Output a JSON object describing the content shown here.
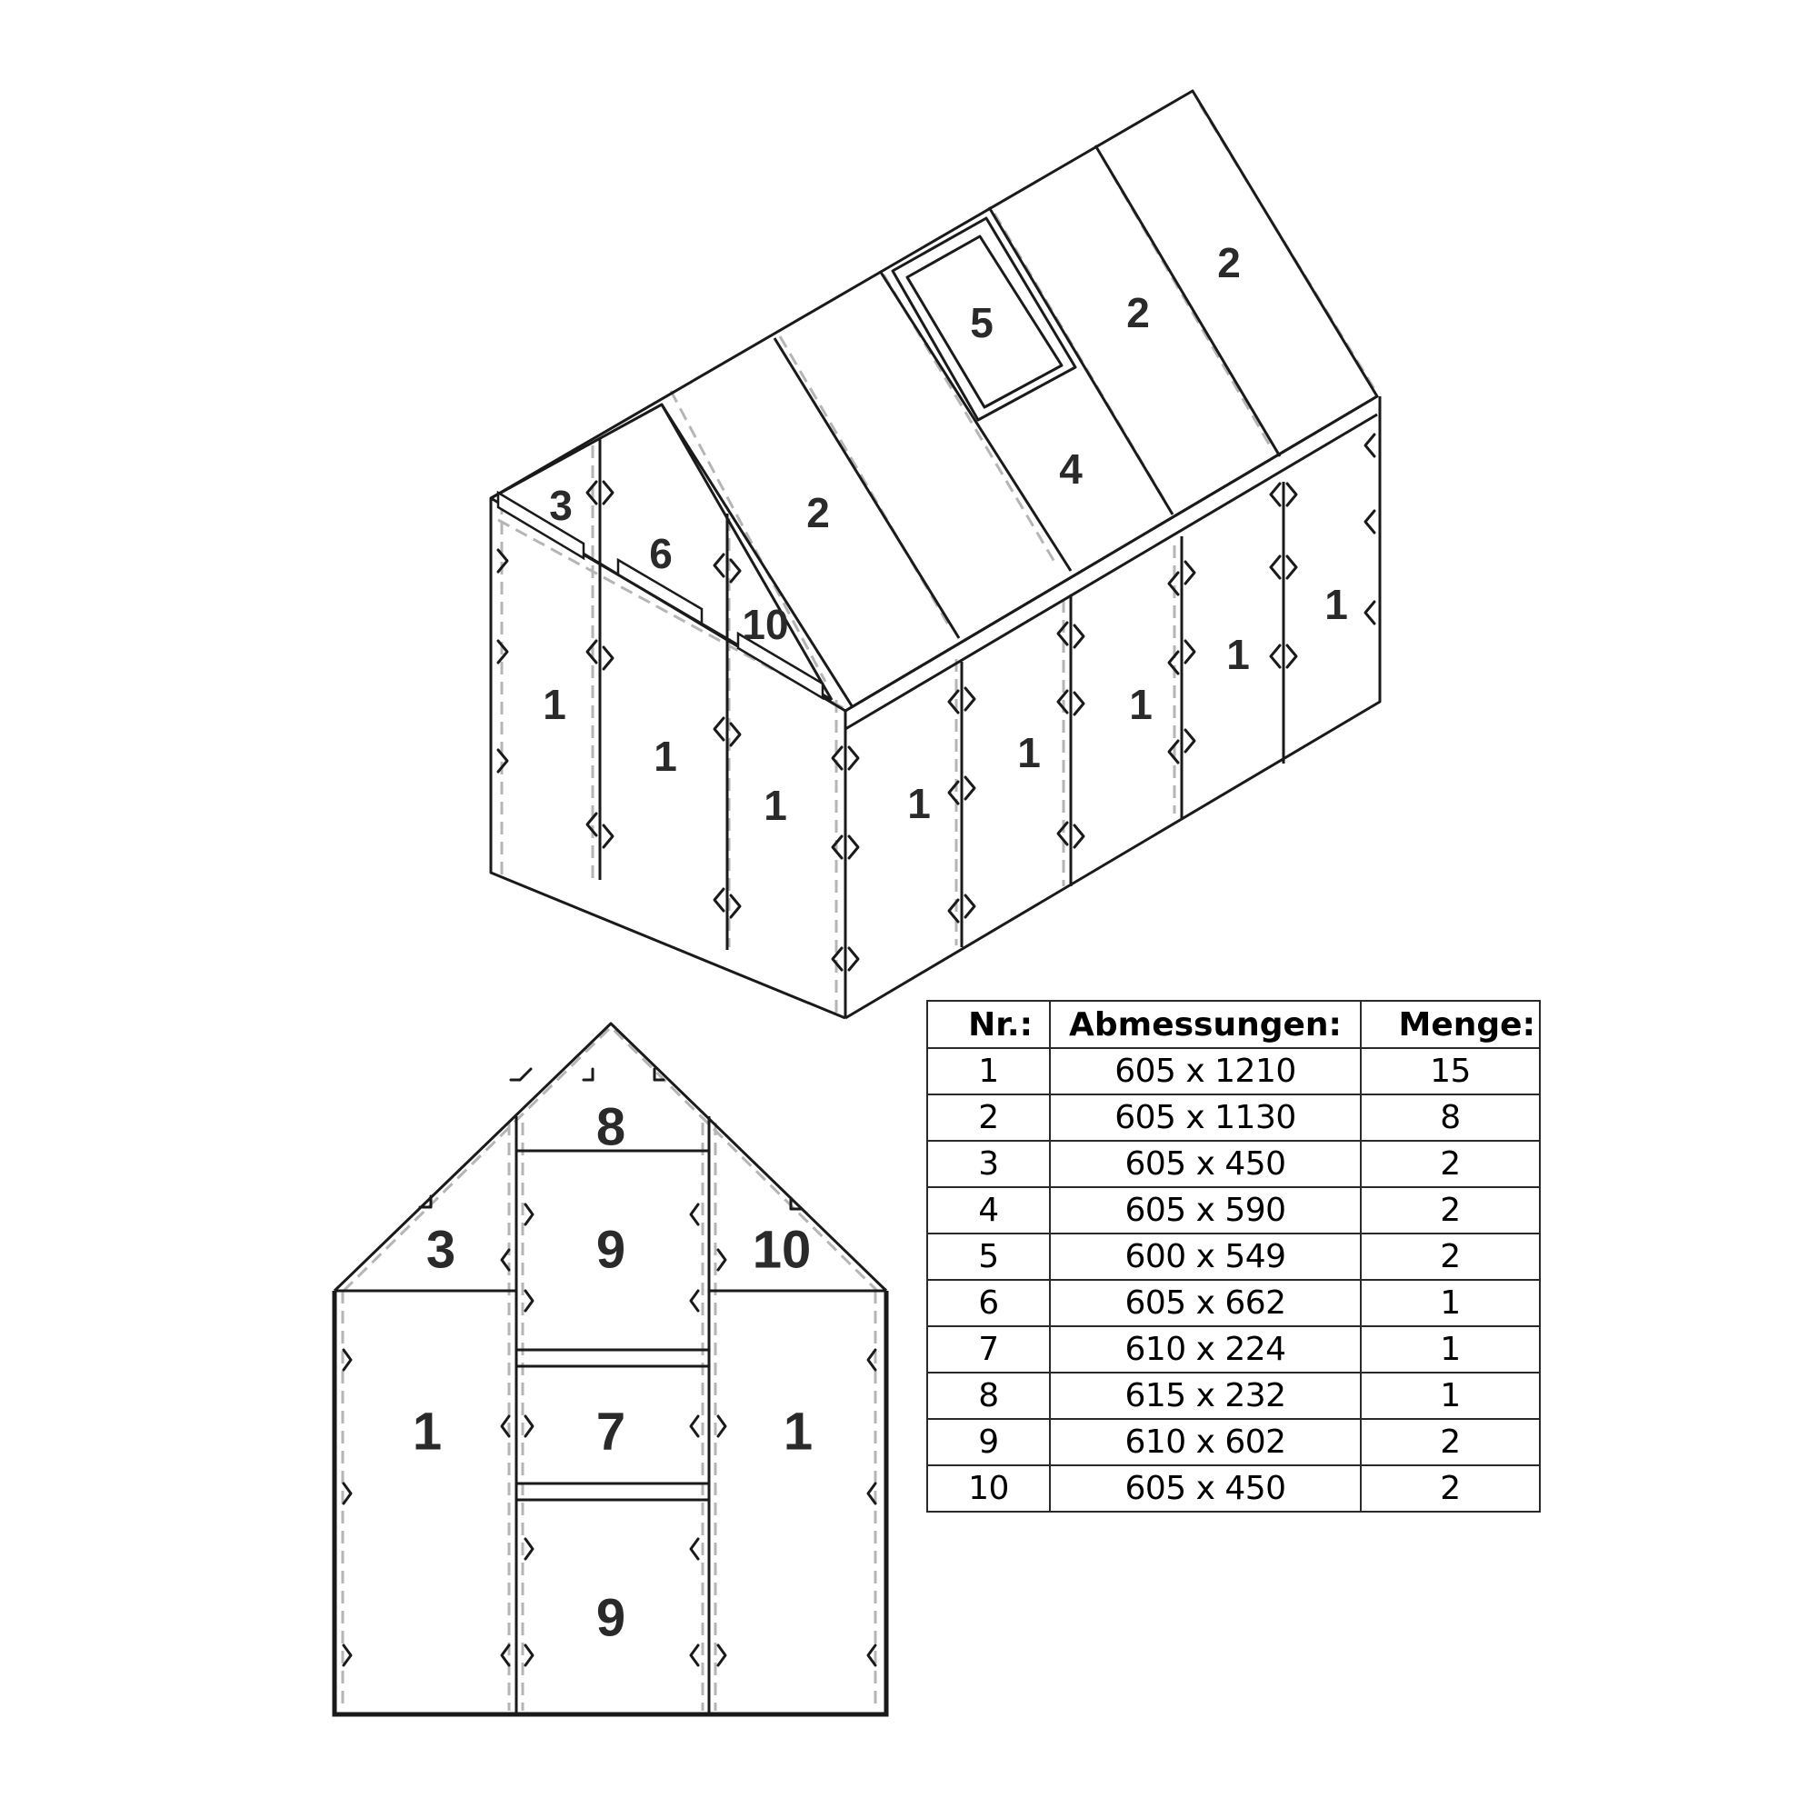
{
  "isometric_view": {
    "panel_labels": {
      "roof_top_right_a": "2",
      "roof_top_right_b": "2",
      "roof_vent": "5",
      "roof_under_vent": "4",
      "roof_mid": "2",
      "gable_left": "3",
      "gable_center": "6",
      "gable_right": "10",
      "front_wall_1": "1",
      "front_wall_2": "1",
      "front_wall_3": "1",
      "side_wall_1": "1",
      "side_wall_2": "1",
      "side_wall_3": "1",
      "side_wall_4": "1",
      "side_wall_5": "1"
    }
  },
  "front_view": {
    "panel_labels": {
      "top_gable": "8",
      "left_gable": "3",
      "upper_door": "9",
      "right_gable": "10",
      "left_wall": "1",
      "middle_door": "7",
      "right_wall": "1",
      "lower_door": "9"
    }
  },
  "parts_table": {
    "headers": [
      "Nr.:",
      "Abmessungen:",
      "Menge:"
    ],
    "rows": [
      {
        "nr": "1",
        "dimensions": "605 x 1210",
        "quantity": "15"
      },
      {
        "nr": "2",
        "dimensions": "605 x 1130",
        "quantity": "8"
      },
      {
        "nr": "3",
        "dimensions": "605 x 450",
        "quantity": "2"
      },
      {
        "nr": "4",
        "dimensions": "605 x 590",
        "quantity": "2"
      },
      {
        "nr": "5",
        "dimensions": "600 x 549",
        "quantity": "2"
      },
      {
        "nr": "6",
        "dimensions": "605 x 662",
        "quantity": "1"
      },
      {
        "nr": "7",
        "dimensions": "610 x 224",
        "quantity": "1"
      },
      {
        "nr": "8",
        "dimensions": "615 x 232",
        "quantity": "1"
      },
      {
        "nr": "9",
        "dimensions": "610 x 602",
        "quantity": "2"
      },
      {
        "nr": "10",
        "dimensions": "605 x 450",
        "quantity": "2"
      }
    ]
  }
}
